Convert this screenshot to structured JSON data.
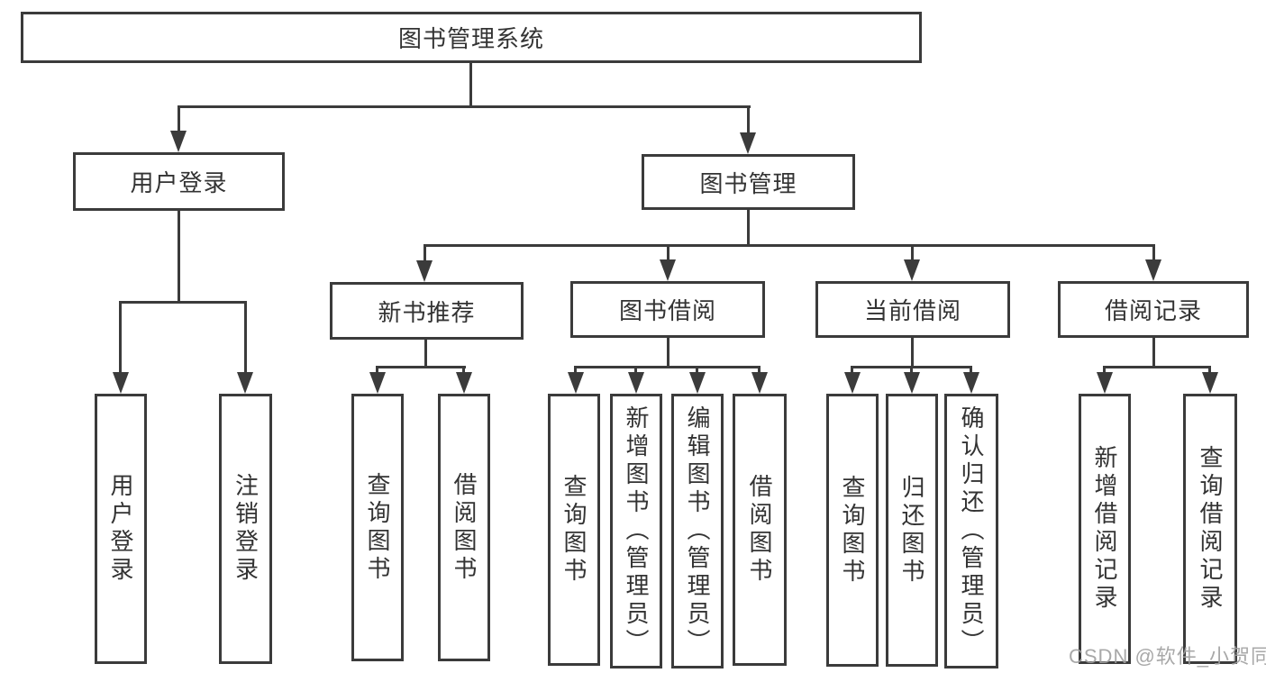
{
  "diagram": {
    "type": "feature-tree",
    "tree": {
      "label": "图书管理系统",
      "children": [
        {
          "label": "用户登录",
          "children": [
            {
              "label": "用户登录"
            },
            {
              "label": "注销登录"
            }
          ]
        },
        {
          "label": "图书管理",
          "children": [
            {
              "label": "新书推荐",
              "children": [
                {
                  "label": "查询图书"
                },
                {
                  "label": "借阅图书"
                }
              ]
            },
            {
              "label": "图书借阅",
              "children": [
                {
                  "label": "查询图书"
                },
                {
                  "label": "新增图书（管理员）"
                },
                {
                  "label": "编辑图书（管理员）"
                },
                {
                  "label": "借阅图书"
                }
              ]
            },
            {
              "label": "当前借阅",
              "children": [
                {
                  "label": "查询图书"
                },
                {
                  "label": "归还图书"
                },
                {
                  "label": "确认归还（管理员）"
                }
              ]
            },
            {
              "label": "借阅记录",
              "children": [
                {
                  "label": "新增借阅记录"
                },
                {
                  "label": "查询借阅记录"
                }
              ]
            }
          ]
        }
      ]
    }
  },
  "watermark": {
    "text": "CSDN @软件_小贺同学"
  },
  "colors": {
    "line": "#3b3b3b",
    "node_border": "#3b3b3b",
    "node_background": "#ffffff",
    "text": "#333333",
    "watermark": "#9e9e9e",
    "page_background": "#ffffff"
  }
}
